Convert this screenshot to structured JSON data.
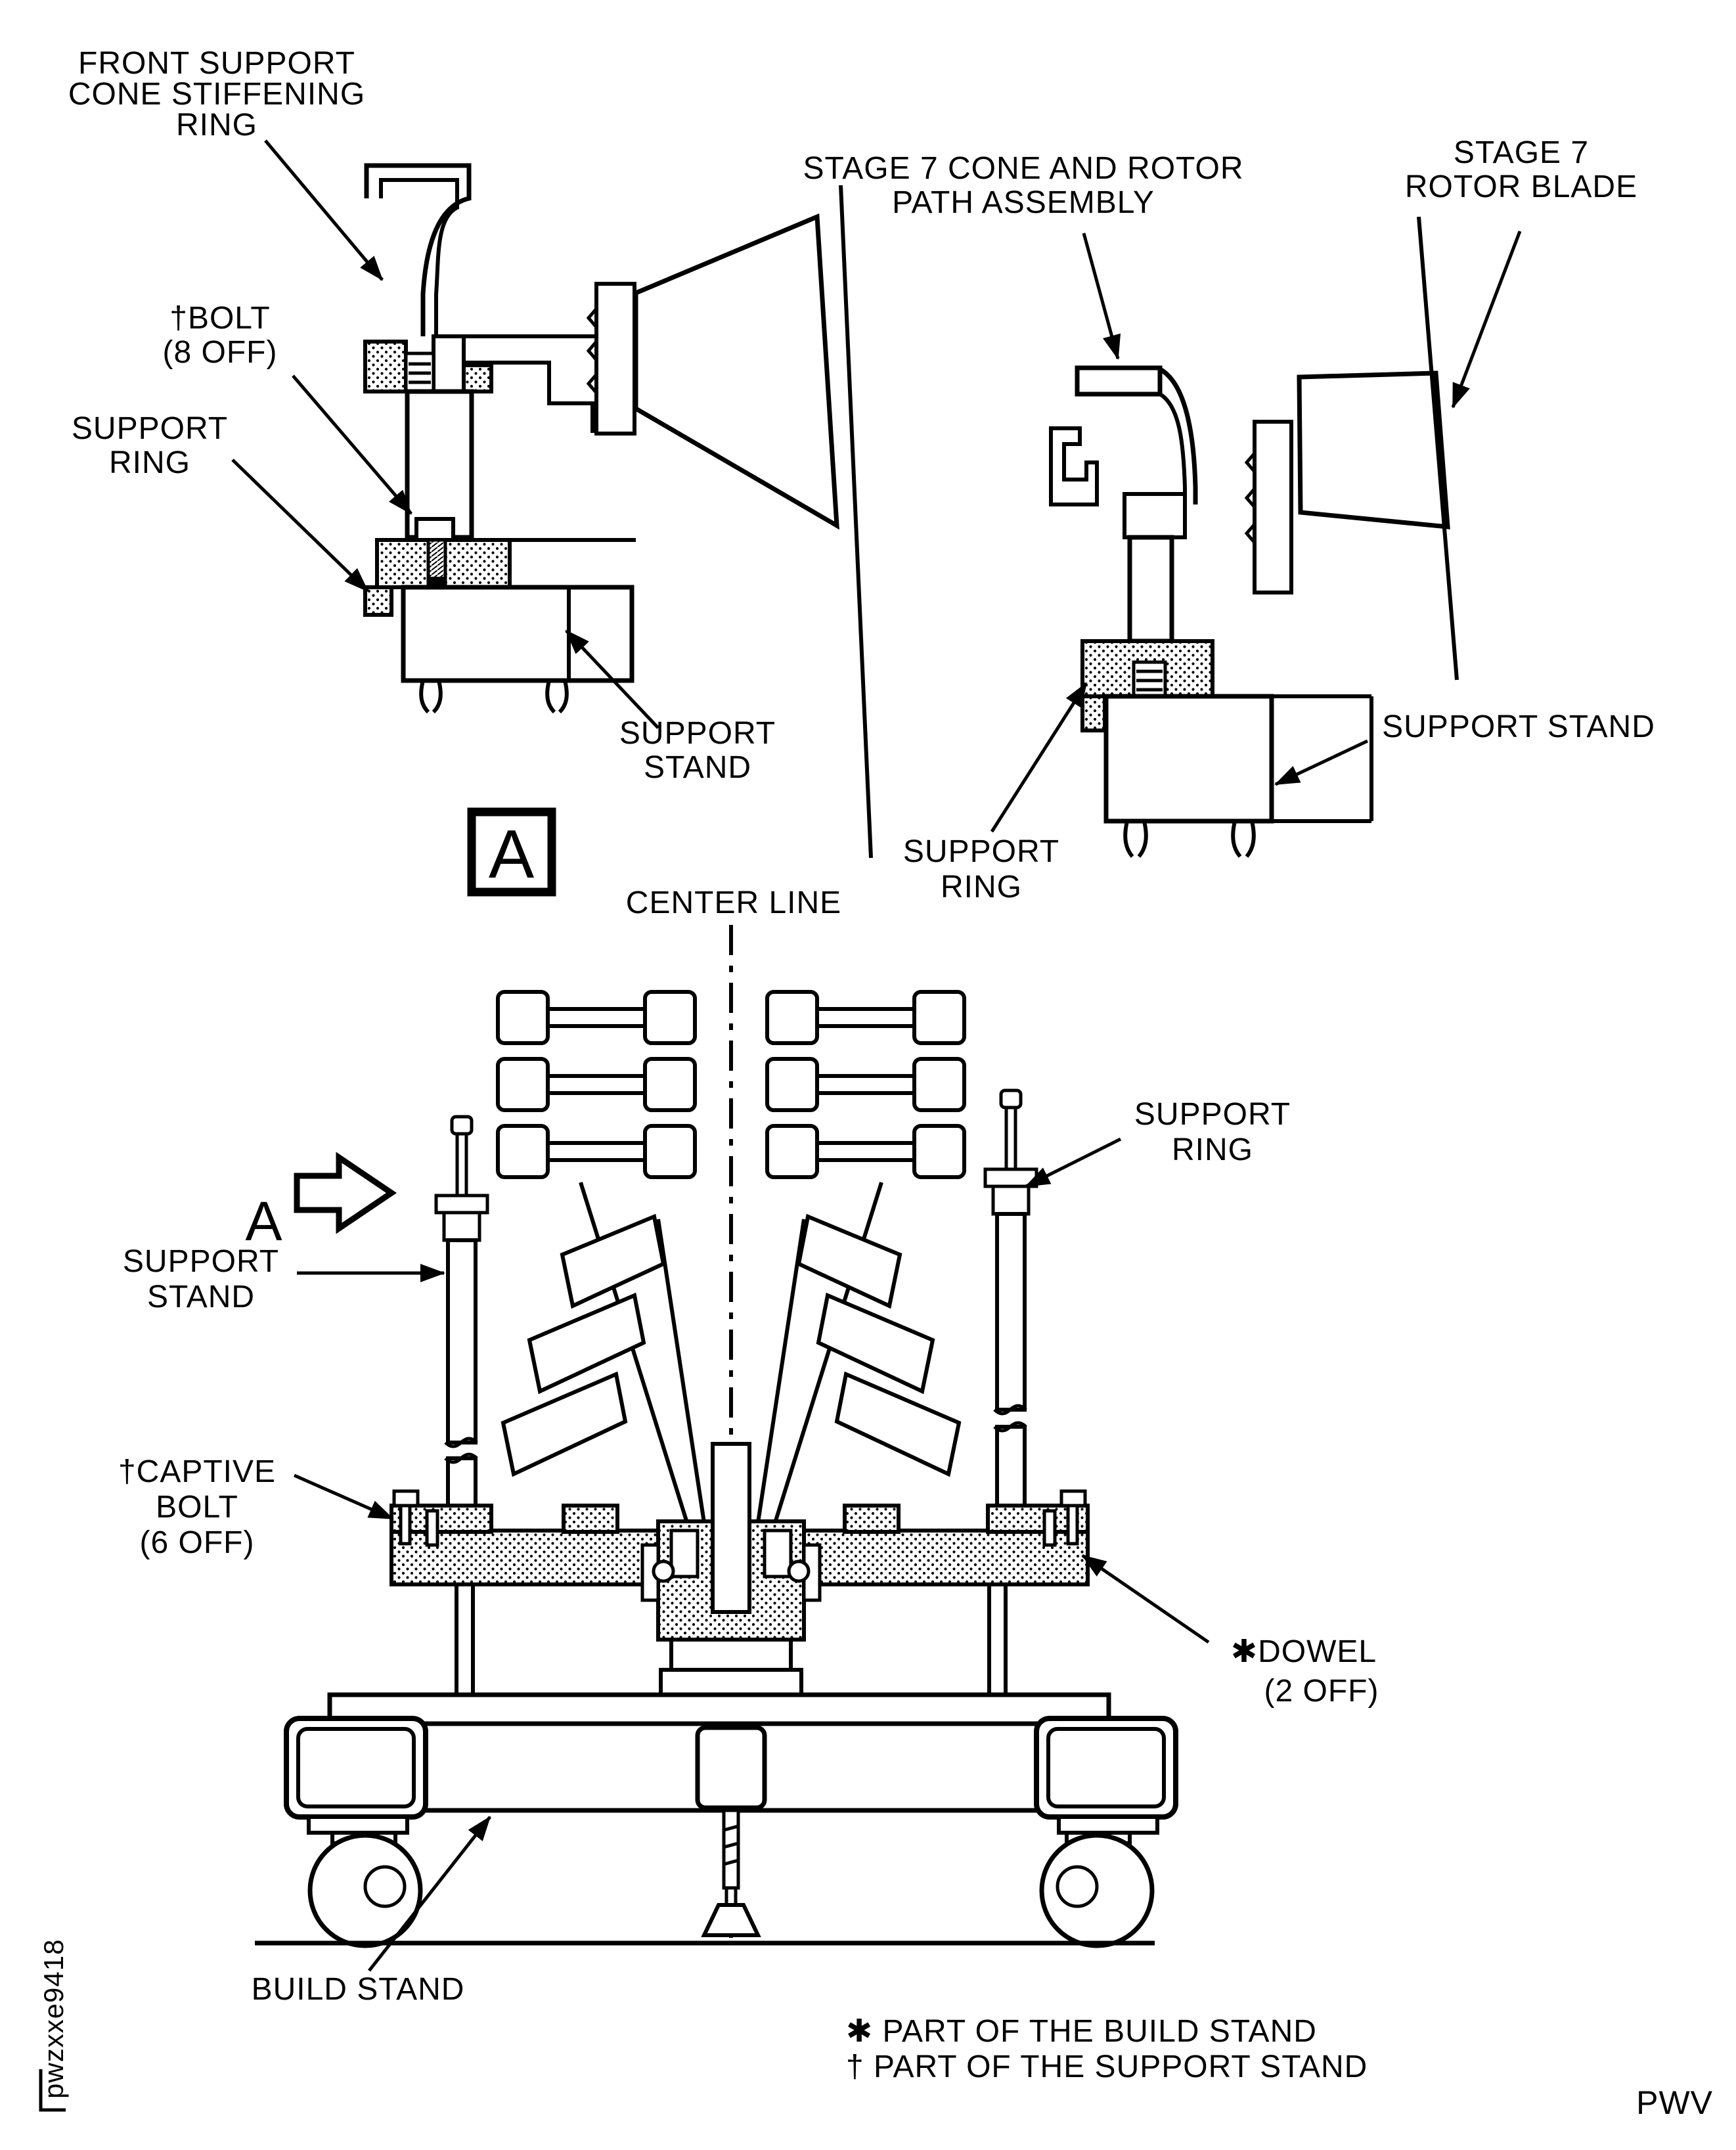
{
  "detail_a": {
    "title_lines": [
      "FRONT SUPPORT",
      "CONE STIFFENING",
      "RING"
    ],
    "bolt_lines": [
      "†BOLT",
      "(8 OFF)"
    ],
    "support_ring_lines": [
      "SUPPORT",
      "RING"
    ],
    "support_stand_lines": [
      "SUPPORT",
      "STAND"
    ],
    "view_letter": "A"
  },
  "detail_stage7": {
    "cone_lines": [
      "STAGE 7 CONE AND ROTOR",
      "PATH ASSEMBLY"
    ],
    "blade_lines": [
      "STAGE 7",
      "ROTOR BLADE"
    ],
    "support_stand": "SUPPORT STAND",
    "support_ring_lines": [
      "SUPPORT",
      "RING"
    ]
  },
  "main_view": {
    "center_line": "CENTER LINE",
    "view_letter": "A",
    "support_ring_lines": [
      "SUPPORT",
      "RING"
    ],
    "support_stand_lines": [
      "SUPPORT",
      "STAND"
    ],
    "captive_bolt_lines": [
      "†CAPTIVE",
      "BOLT",
      "(6 OFF)"
    ],
    "dowel_lines": [
      "✱DOWEL",
      "(2 OFF)"
    ],
    "build_stand": "BUILD STAND"
  },
  "footnotes": [
    "✱ PART OF THE BUILD STAND",
    "† PART OF THE SUPPORT STAND"
  ],
  "figure": {
    "code_vertical": "pwzxxe9418",
    "page_code": "PWV"
  }
}
